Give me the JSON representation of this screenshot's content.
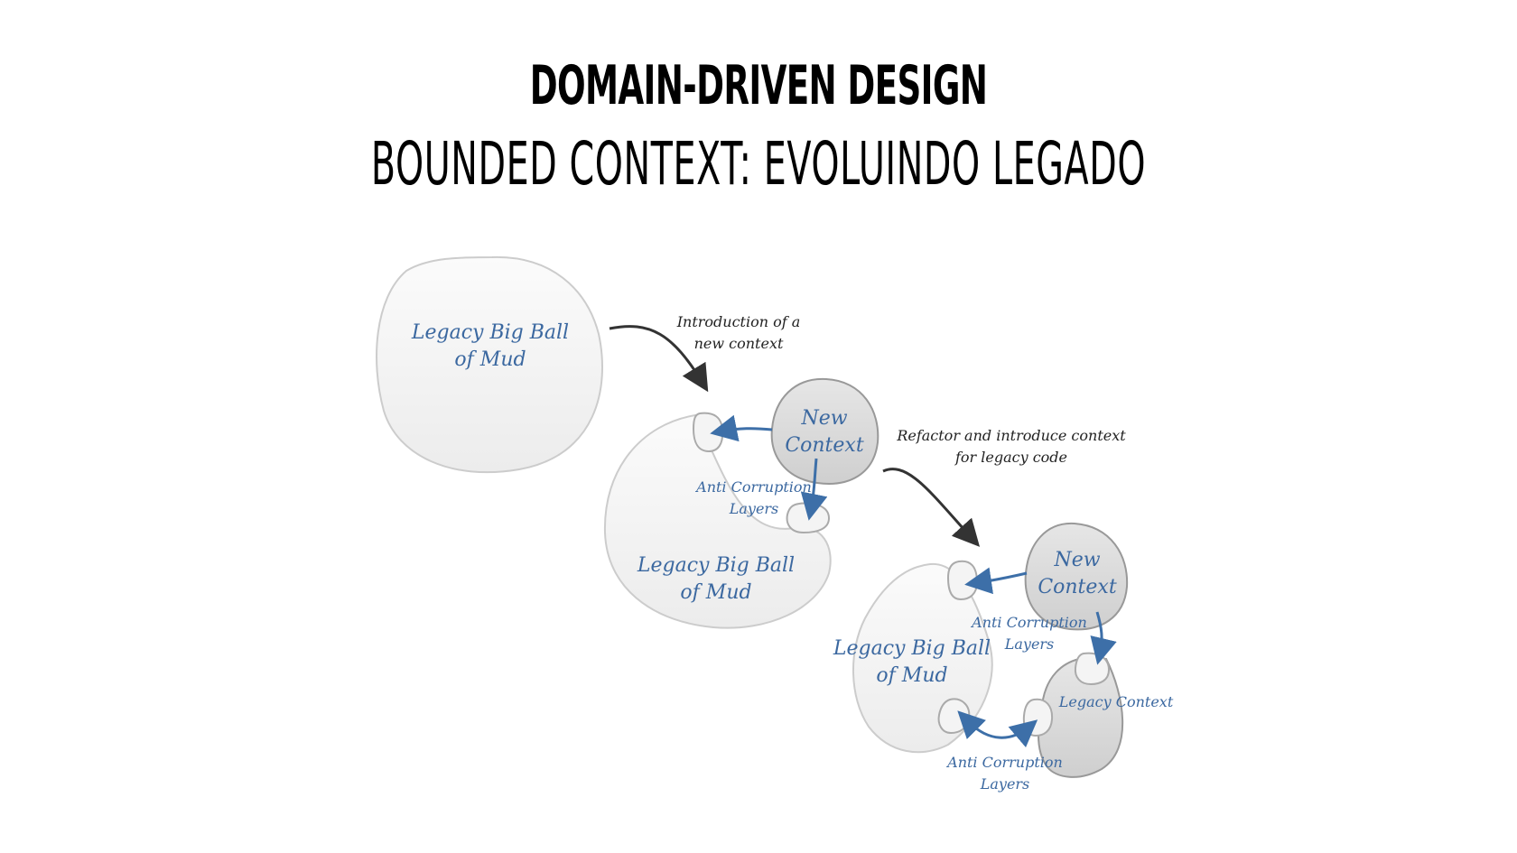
{
  "title": "DOMAIN-DRIVEN DESIGN",
  "subtitle": "BOUNDED CONTEXT: EVOLUINDO LEGADO",
  "diagram": {
    "stage1": {
      "legacy_line1": "Legacy Big Ball",
      "legacy_line2": "of Mud",
      "step_note_line1": "Introduction of a",
      "step_note_line2": "new context"
    },
    "stage2": {
      "new_line1": "New",
      "new_line2": "Context",
      "acl_line1": "Anti Corruption",
      "acl_line2": "Layers",
      "legacy_line1": "Legacy Big Ball",
      "legacy_line2": "of Mud",
      "step_note_line1": "Refactor and introduce  context",
      "step_note_line2": "for legacy code"
    },
    "stage3": {
      "new_line1": "New",
      "new_line2": "Context",
      "acl_top_line1": "Anti Corruption",
      "acl_top_line2": "Layers",
      "legacy_line1": "Legacy Big Ball",
      "legacy_line2": "of Mud",
      "legacy_context": "Legacy Context",
      "acl_bottom_line1": "Anti Corruption",
      "acl_bottom_line2": "Layers"
    },
    "colors": {
      "label_blue": "#3b68a0",
      "arrow_blue": "#3d6fa8",
      "arrow_dark": "#333333"
    }
  }
}
